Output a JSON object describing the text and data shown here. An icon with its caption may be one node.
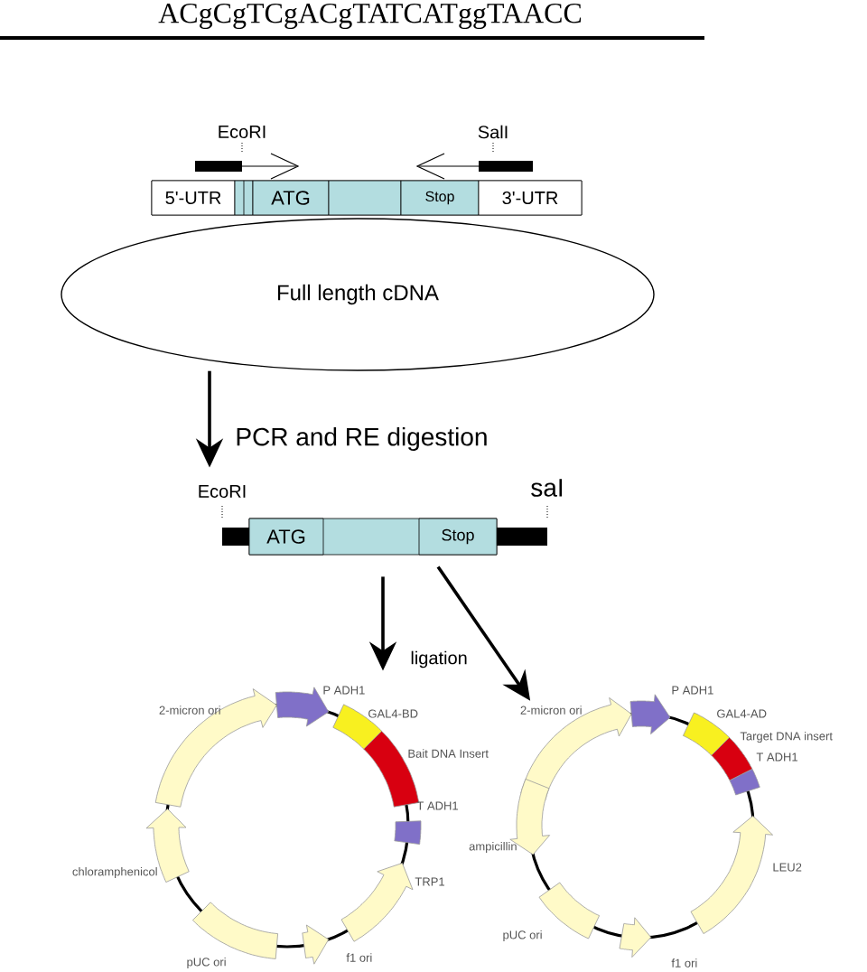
{
  "diagram": {
    "nodes": [
      {
        "text": [
          "Full length cDNA"
        ]
      },
      {
        "text": [],
        "shape": "bar",
        "beside": [
          "EcoRI",
          "SalI"
        ]
      },
      {
        "text": [
          "5'-UTR"
        ],
        "in": 1
      },
      {
        "text": [],
        "shape": "box",
        "in": 1
      },
      {
        "text": [
          "ATG"
        ],
        "in": 1
      },
      {
        "text": [],
        "shape": "box",
        "in": 1
      },
      {
        "text": [
          "Stop"
        ],
        "in": 1
      },
      {
        "text": [
          "3'-UTR"
        ],
        "in": 1
      },
      {
        "text": [],
        "shape": "bar",
        "beside": [
          "EcoRI",
          "saI"
        ]
      },
      {
        "text": [
          "ATG"
        ],
        "in": 8
      },
      {
        "text": [
          "Stop"
        ],
        "in": 8
      },
      {
        "text": [],
        "shape": "circle",
        "beside": [
          "2-micron ori",
          "P ADH1",
          "GAL4-BD",
          "Bait DNA Insert",
          "T ADH1",
          "chloramphenicol",
          "TRP1",
          "pUC ori",
          "f1 ori"
        ]
      },
      {
        "text": [],
        "shape": "circle",
        "beside": [
          "2-micron ori",
          "P ADH1",
          "GAL4-AD",
          "Target DNA insert",
          "T ADH1",
          "ampicillin",
          "LEU2",
          "pUC ori",
          "f1 ori"
        ]
      }
    ],
    "edges": [
      {
        "from": 0,
        "to": 8,
        "arrow": "to",
        "label": "PCR and RE digestion"
      },
      {
        "from": 8,
        "to": 11,
        "arrow": "to",
        "label": "ligation"
      },
      {
        "from": 8,
        "to": 12,
        "arrow": "to"
      }
    ],
    "labels": [
      "ACgCgTCgACgTATCATggTAACC"
    ]
  }
}
